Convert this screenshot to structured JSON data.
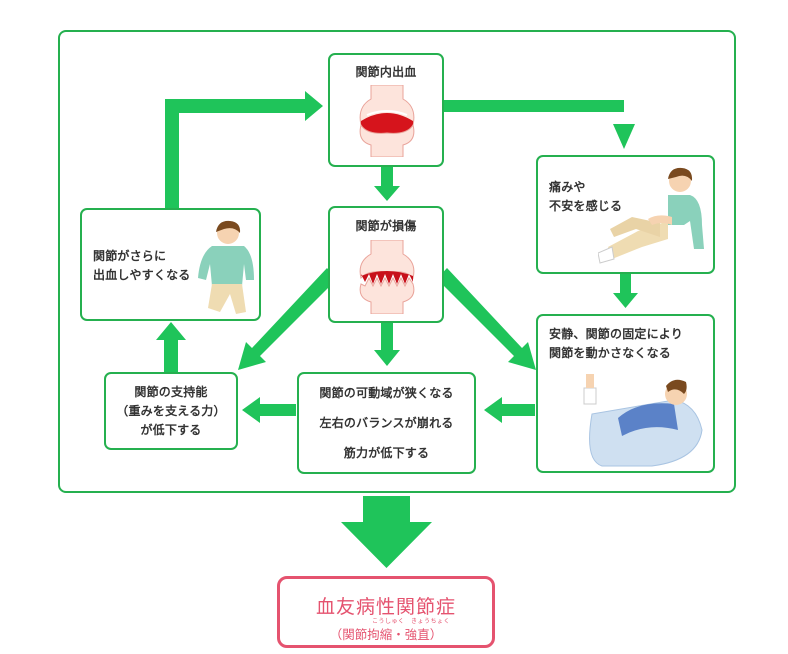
{
  "nodes": {
    "joint_bleeding": "関節内出血",
    "joint_damage": "関節が損傷",
    "pain_anxiety": [
      "痛みや",
      "不安を感じる"
    ],
    "more_bleeding": [
      "関節がさらに",
      "出血しやすくなる"
    ],
    "rest_fixation": [
      "安静、関節の固定により",
      "関節を動かさなくなる"
    ],
    "support_decline": [
      "関節の支持能",
      "（重みを支える力）",
      "が低下する"
    ],
    "range_decline": [
      "関節の可動域が狭くなる",
      "左右のバランスが崩れる",
      "筋力が低下する"
    ]
  },
  "result": {
    "title": "血友病性関節症",
    "subtitle": "（関節拘縮・強直）",
    "ruby_left": "こうしゅく",
    "ruby_right": "きょうちょく"
  },
  "colors": {
    "arrow": "#1fc45a",
    "border": "#25b04f",
    "result_accent": "#e5536f"
  }
}
